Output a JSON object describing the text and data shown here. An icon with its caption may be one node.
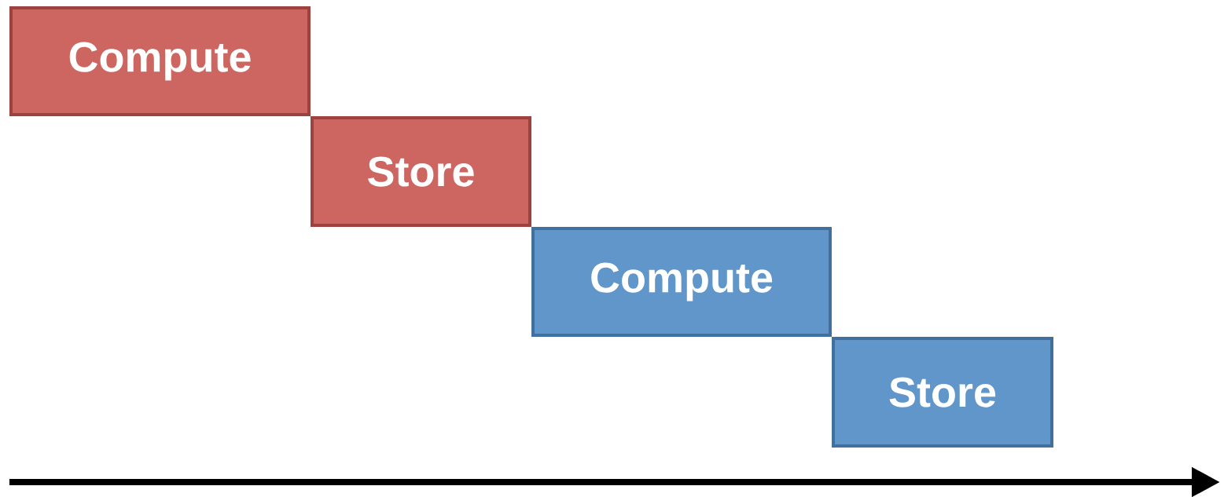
{
  "diagram": {
    "nodes": [
      {
        "text": [
          "Compute"
        ]
      },
      {
        "text": [
          "Store"
        ]
      },
      {
        "text": [
          "Compute"
        ]
      },
      {
        "text": [
          "Store"
        ]
      }
    ]
  }
}
